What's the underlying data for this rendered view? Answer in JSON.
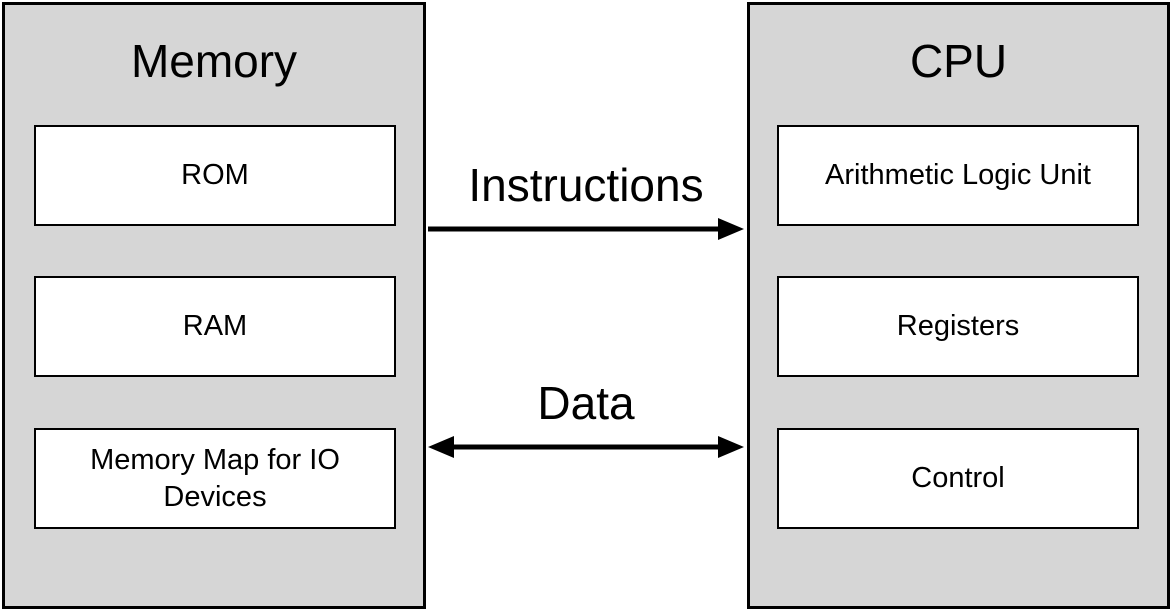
{
  "memory": {
    "title": "Memory",
    "items": [
      {
        "label": "ROM"
      },
      {
        "label": "RAM"
      },
      {
        "label": "Memory Map for IO Devices"
      }
    ]
  },
  "cpu": {
    "title": "CPU",
    "items": [
      {
        "label": "Arithmetic Logic Unit"
      },
      {
        "label": "Registers"
      },
      {
        "label": "Control"
      }
    ]
  },
  "connectors": {
    "instructions": {
      "label": "Instructions",
      "direction": "memory-to-cpu"
    },
    "data": {
      "label": "Data",
      "direction": "bidirectional"
    }
  },
  "colors": {
    "panel_fill": "#d6d6d6",
    "box_fill": "#ffffff",
    "stroke": "#000000"
  }
}
